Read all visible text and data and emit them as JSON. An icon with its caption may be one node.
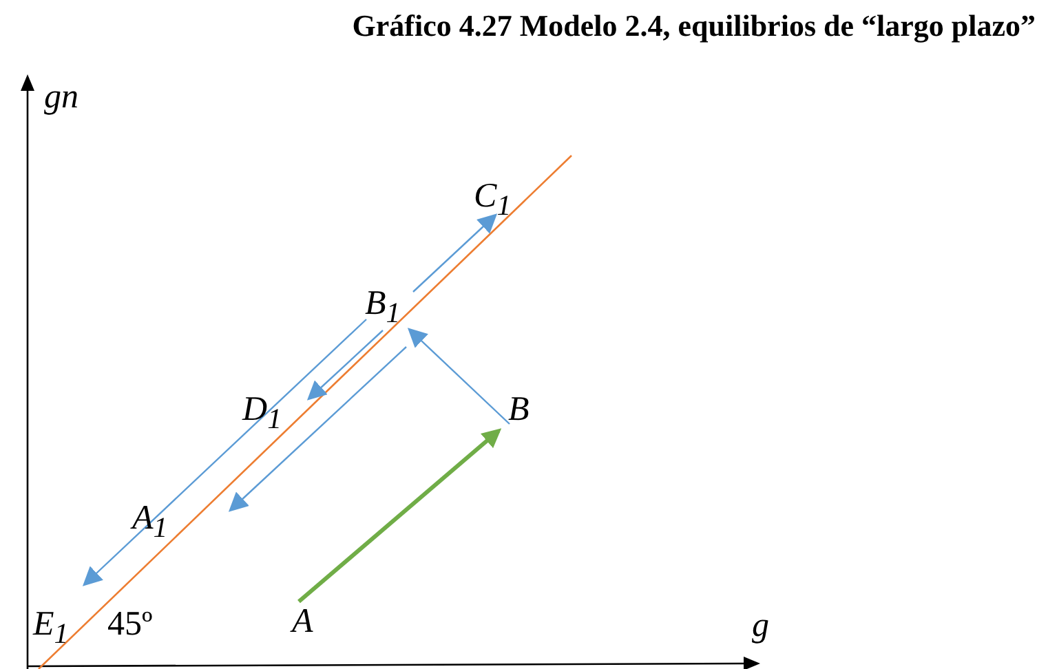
{
  "diagram": {
    "title": "Gráfico 4.27 Modelo 2.4, equilibrios de “largo plazo”",
    "nodes": [
      {
        "text": [
          "A"
        ]
      },
      {
        "text": [
          "B"
        ]
      },
      {
        "text": [
          "B$_{1}$"
        ]
      },
      {
        "text": [
          "C$_{1}$"
        ]
      },
      {
        "text": [
          "D$_{1}$"
        ]
      },
      {
        "text": [
          "A$_{1}$"
        ]
      },
      {
        "text": [
          "E$_{1}$"
        ]
      }
    ],
    "edges": [
      {
        "from": 0,
        "to": 1,
        "arrow": "to",
        "style": "thick",
        "color": "#70ad47"
      },
      {
        "from": 1,
        "to": 2,
        "arrow": "to"
      },
      {
        "from": 2,
        "to": 3,
        "arrow": "to"
      },
      {
        "from": 2,
        "to": 4,
        "arrow": "to"
      },
      {
        "from": 2,
        "to": 5,
        "arrow": "to"
      },
      {
        "from": 2,
        "to": 6,
        "arrow": "to"
      }
    ],
    "labels": [
      "gn",
      "g",
      "45º"
    ]
  }
}
